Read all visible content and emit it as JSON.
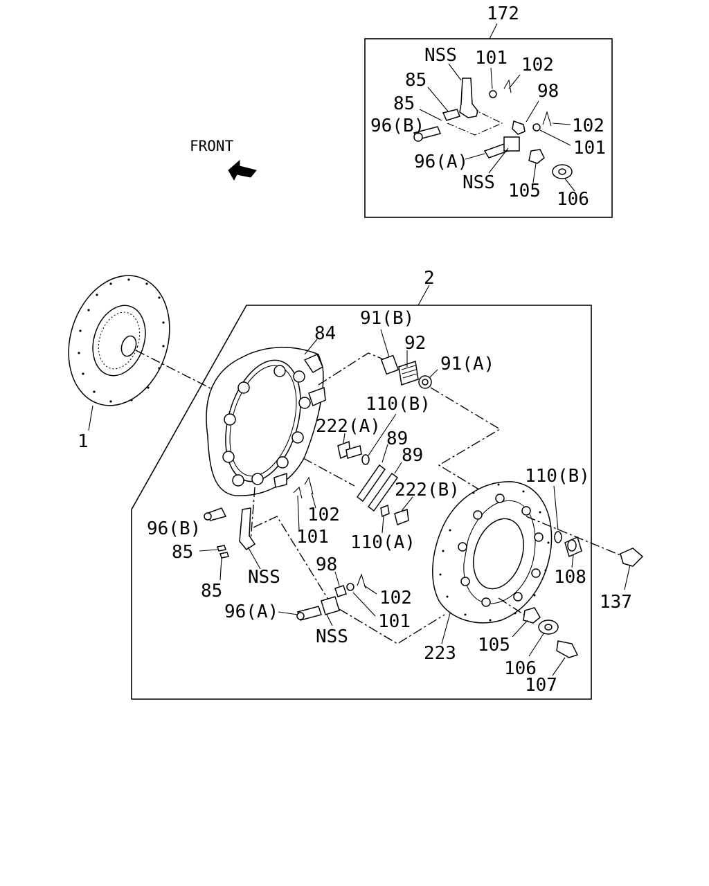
{
  "labels": {
    "c172": "172",
    "c2": "2",
    "front": "FRONT",
    "in_nss_top": "NSS",
    "in_101_top": "101",
    "in_102_top": "102",
    "in_85_a": "85",
    "in_85_b": "85",
    "in_98": "98",
    "in_96b": "96(B)",
    "in_102_right": "102",
    "in_101_right": "101",
    "in_96a": "96(A)",
    "in_nss_bottom": "NSS",
    "in_105": "105",
    "in_106": "106",
    "p1": "1",
    "p84": "84",
    "p91b": "91(B)",
    "p92": "92",
    "p91a": "91(A)",
    "p110b_top": "110(B)",
    "p222a": "222(A)",
    "p89_a": "89",
    "p89_b": "89",
    "p222b": "222(B)",
    "p110b_right": "110(B)",
    "p102_mid": "102",
    "p96b": "96(B)",
    "p101_mid": "101",
    "p110a": "110(A)",
    "p85_a": "85",
    "p85_b": "85",
    "p nss_mid": "NSS",
    "p98": "98",
    "p102_low": "102",
    "p96a": "96(A)",
    "p101_low": "101",
    "p nss_low": "NSS",
    "p223": "223",
    "p105": "105",
    "p106": "106",
    "p107": "107",
    "p108": "108",
    "p137": "137"
  }
}
